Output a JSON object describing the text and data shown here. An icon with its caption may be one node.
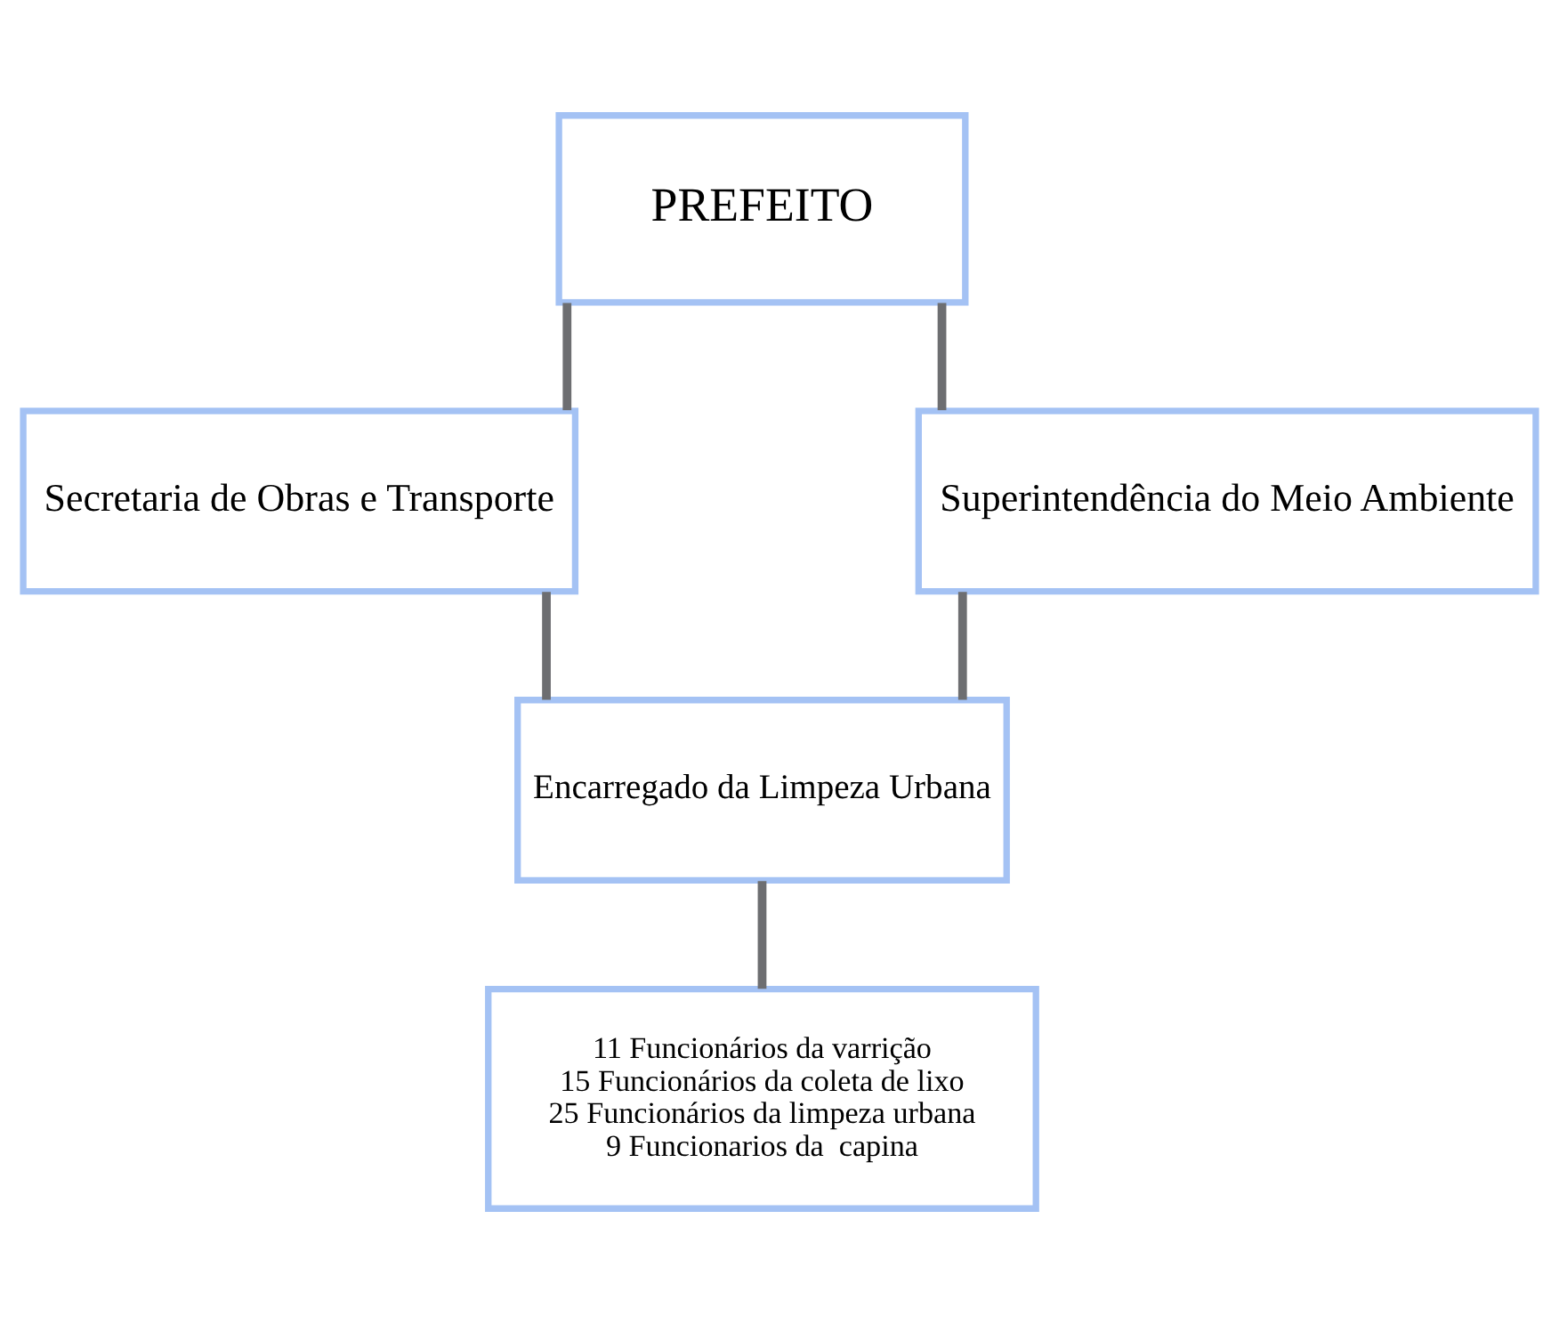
{
  "diagram": {
    "nodes": [
      {
        "text": [
          "PREFEITO"
        ]
      },
      {
        "text": [
          "Secretaria de Obras e Transporte"
        ]
      },
      {
        "text": [
          "Superintendência do Meio Ambiente"
        ]
      },
      {
        "text": [
          "Encarregado da Limpeza Urbana"
        ]
      },
      {
        "text": [
          "11 Funcionários da varrição",
          "15 Funcionários da coleta de lixo",
          "25 Funcionários da limpeza urbana",
          "9 Funcionarios da  capina"
        ]
      }
    ],
    "edges": [
      {
        "from": 0,
        "to": 1,
        "arrow": "none"
      },
      {
        "from": 0,
        "to": 2,
        "arrow": "none"
      },
      {
        "from": 1,
        "to": 3,
        "arrow": "none"
      },
      {
        "from": 2,
        "to": 3,
        "arrow": "none"
      },
      {
        "from": 3,
        "to": 4,
        "arrow": "none"
      }
    ]
  }
}
